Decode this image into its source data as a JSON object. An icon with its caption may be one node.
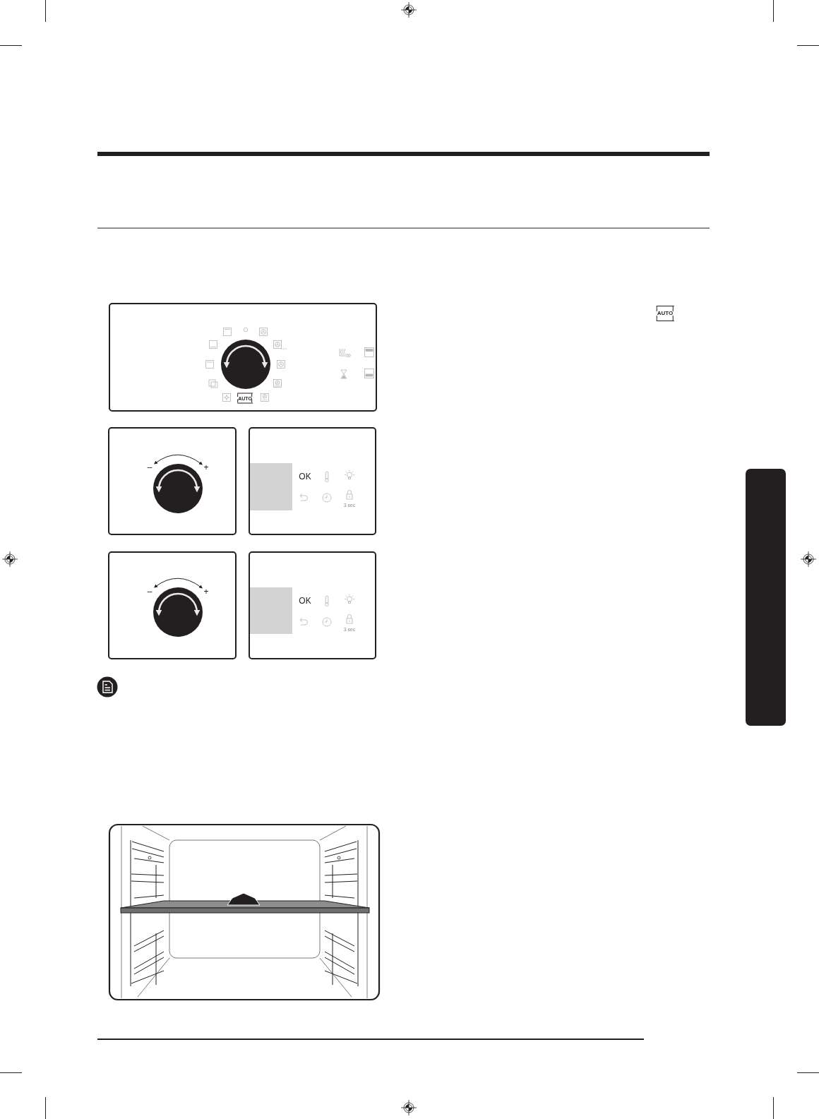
{
  "diagram": {
    "nodes": [
      {
        "text": [],
        "shape": "bar"
      }
    ],
    "labels": [
      "AUTO",
      "AUTO",
      "–",
      "+",
      "OK",
      "3 sec",
      "–",
      "+",
      "OK",
      "3 sec"
    ]
  }
}
